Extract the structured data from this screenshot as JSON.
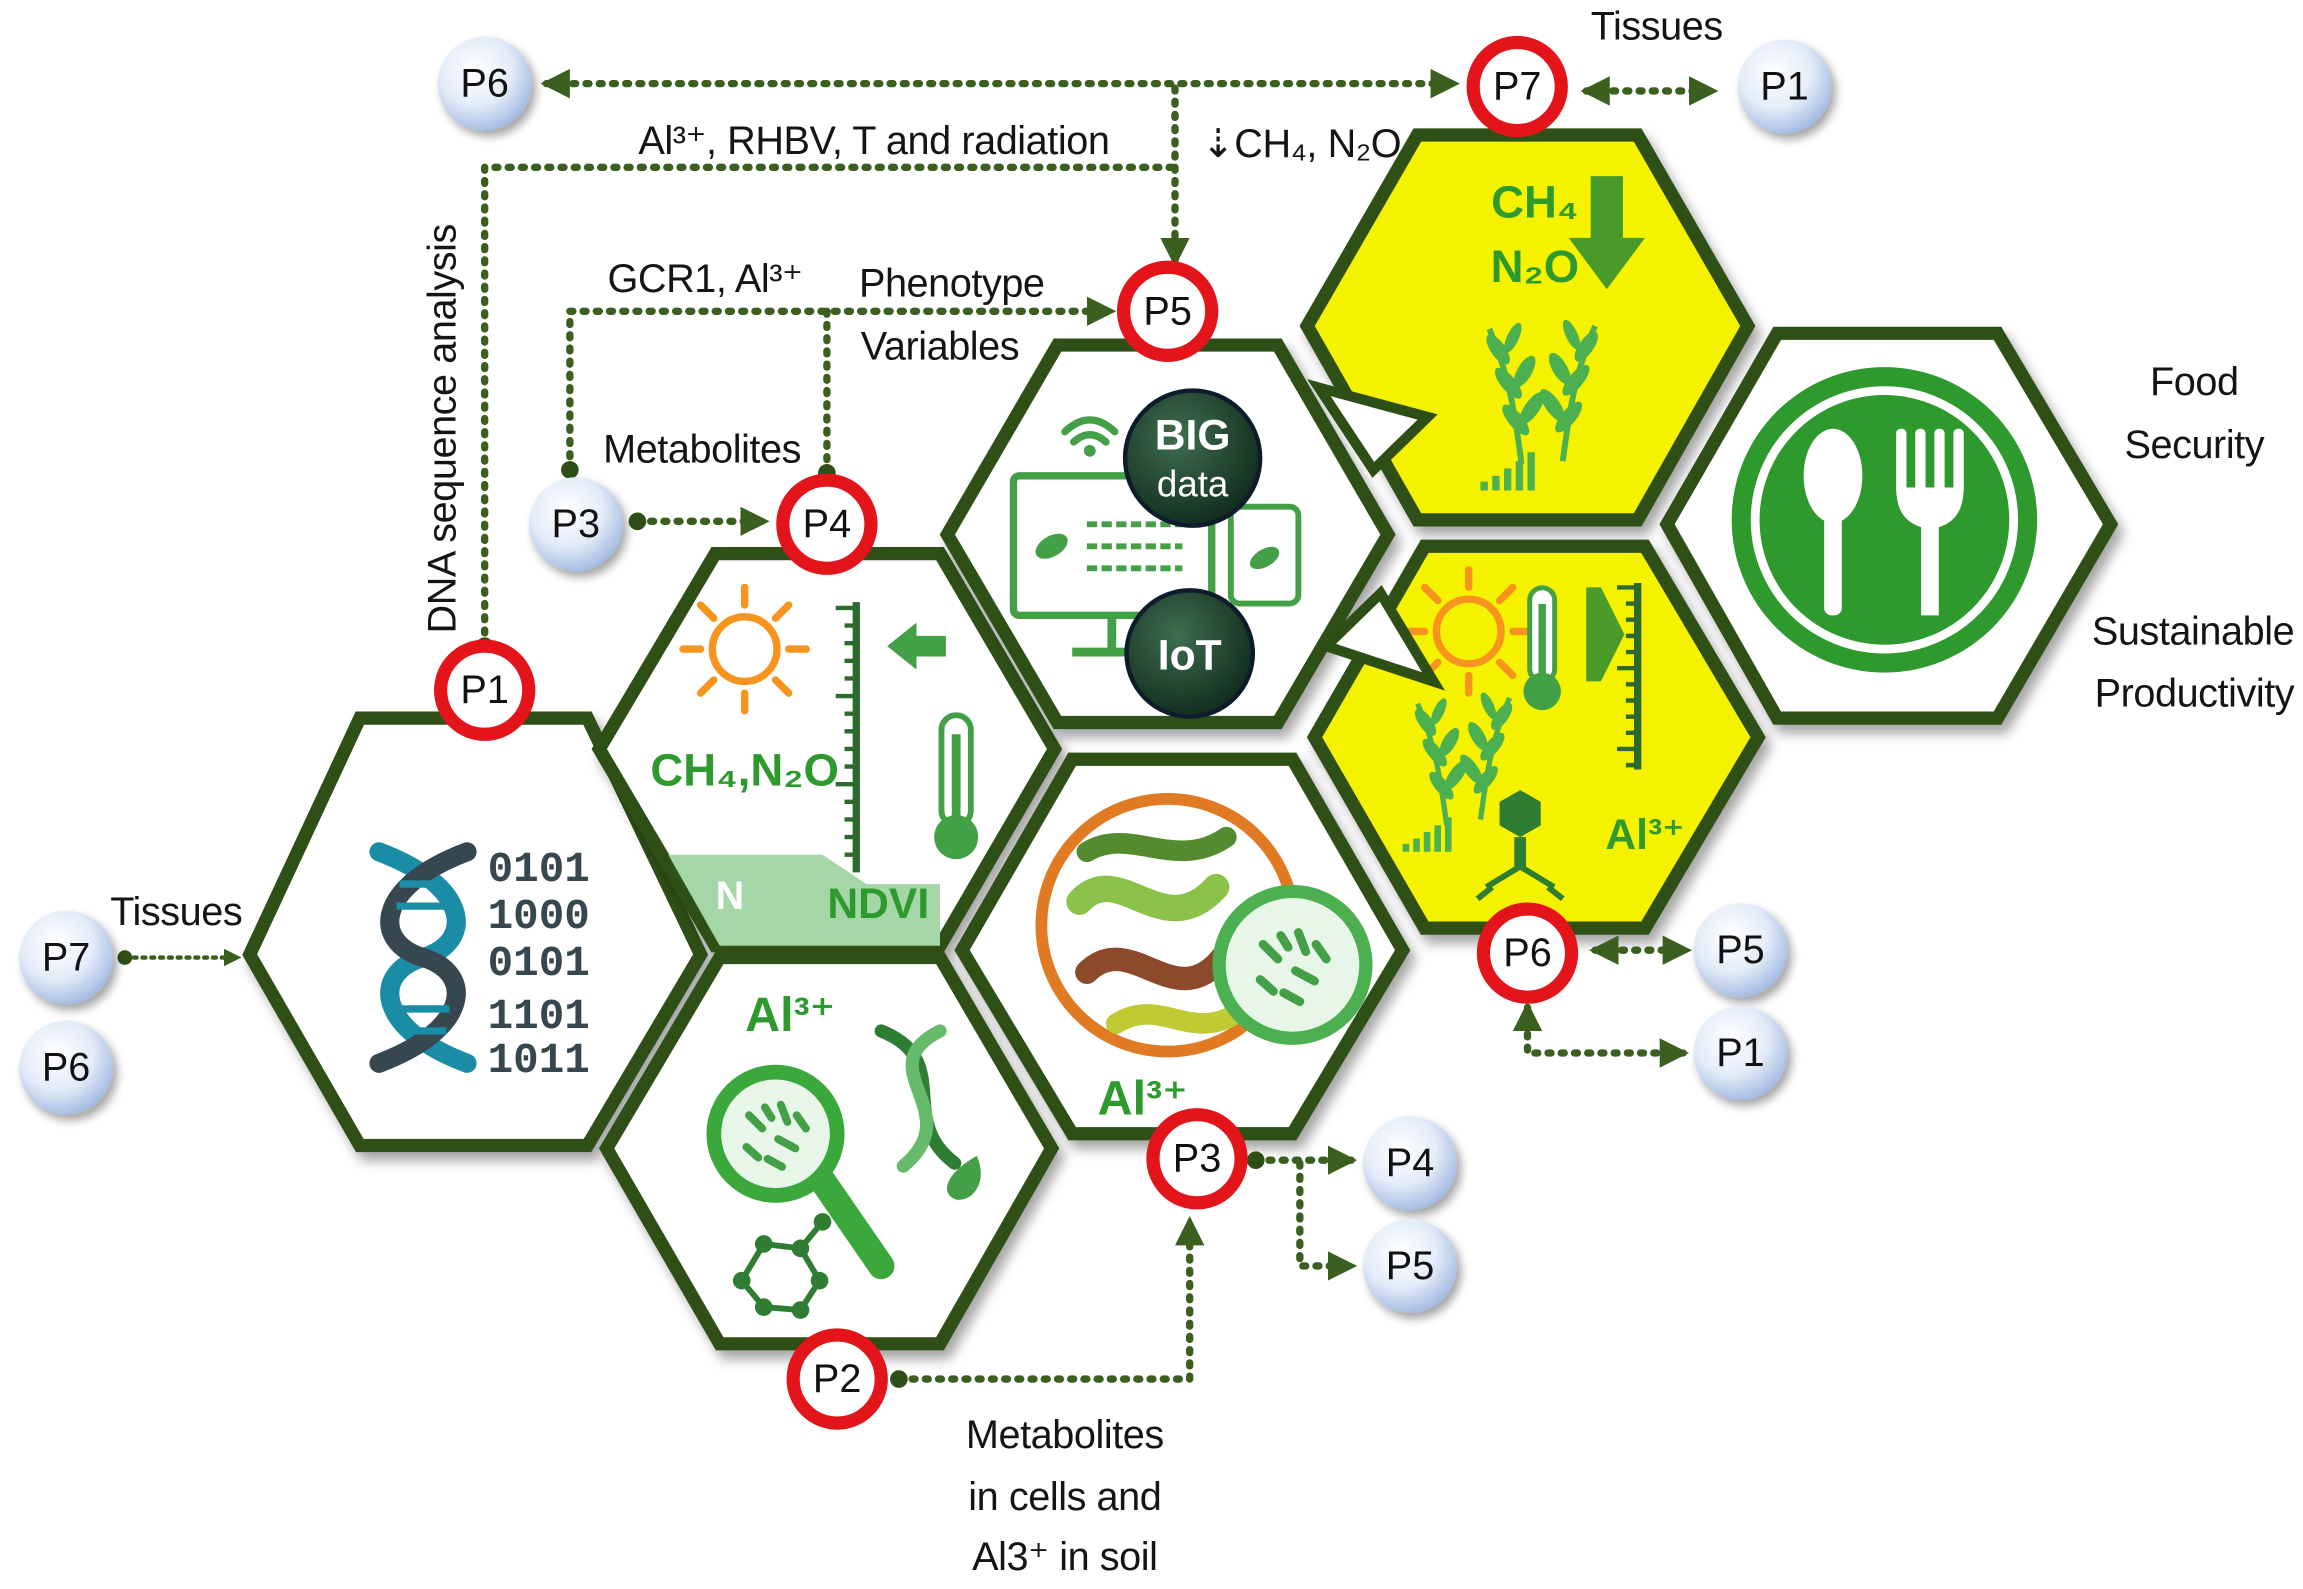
{
  "red_nodes": [
    "P1",
    "P4",
    "P5",
    "P7",
    "P6",
    "P3",
    "P2"
  ],
  "blue_nodes": [
    "P6",
    "P1",
    "P3",
    "P7",
    "P6",
    "P5",
    "P1",
    "P4",
    "P5"
  ],
  "annotations": {
    "tissues_top": "Tissues",
    "env_factors": "Al³⁺, RHBV, T and radiation",
    "emissions_reduction": "⇣CH₄, N₂O",
    "dna_analysis": "DNA sequence analysis",
    "gcr1": "GCR1, Al³⁺",
    "phenotype": "Phenotype",
    "variables": "Variables",
    "metabolites": "Metabolites",
    "tissues_left": "Tissues",
    "food": "Food",
    "security": "Security",
    "sustainable": "Sustainable",
    "productivity": "Productivity",
    "metabolites_cells": [
      "Metabolites",
      "in cells and",
      "Al3⁺ in soil"
    ]
  },
  "hexes": {
    "genomics": {
      "binary": [
        "0101",
        "1000",
        "0101",
        "1101",
        "1011"
      ]
    },
    "climate": {
      "gases": "CH₄,N₂O",
      "n": "N",
      "ndvi": "NDVI"
    },
    "microbiome": {
      "al": "Al³⁺"
    },
    "digital": {
      "big": "BIG",
      "data": "data",
      "iot": "IoT"
    },
    "proteomics": {
      "al": "Al³⁺"
    },
    "emissions": {
      "ch4": "CH₄",
      "n2o": "N₂O"
    },
    "stress": {
      "al": "Al³⁺"
    }
  },
  "colors": {
    "hex_border": "#2d4f16",
    "icon_green": "#43a047",
    "label_green": "#2e9a2e",
    "highlight_yellow": "#f5f200",
    "node_ring_red": "#e4141b",
    "node_fill_blue": "#dfe9f7",
    "sun_orange": "#f7941d",
    "connector": "#3a5f1e"
  }
}
